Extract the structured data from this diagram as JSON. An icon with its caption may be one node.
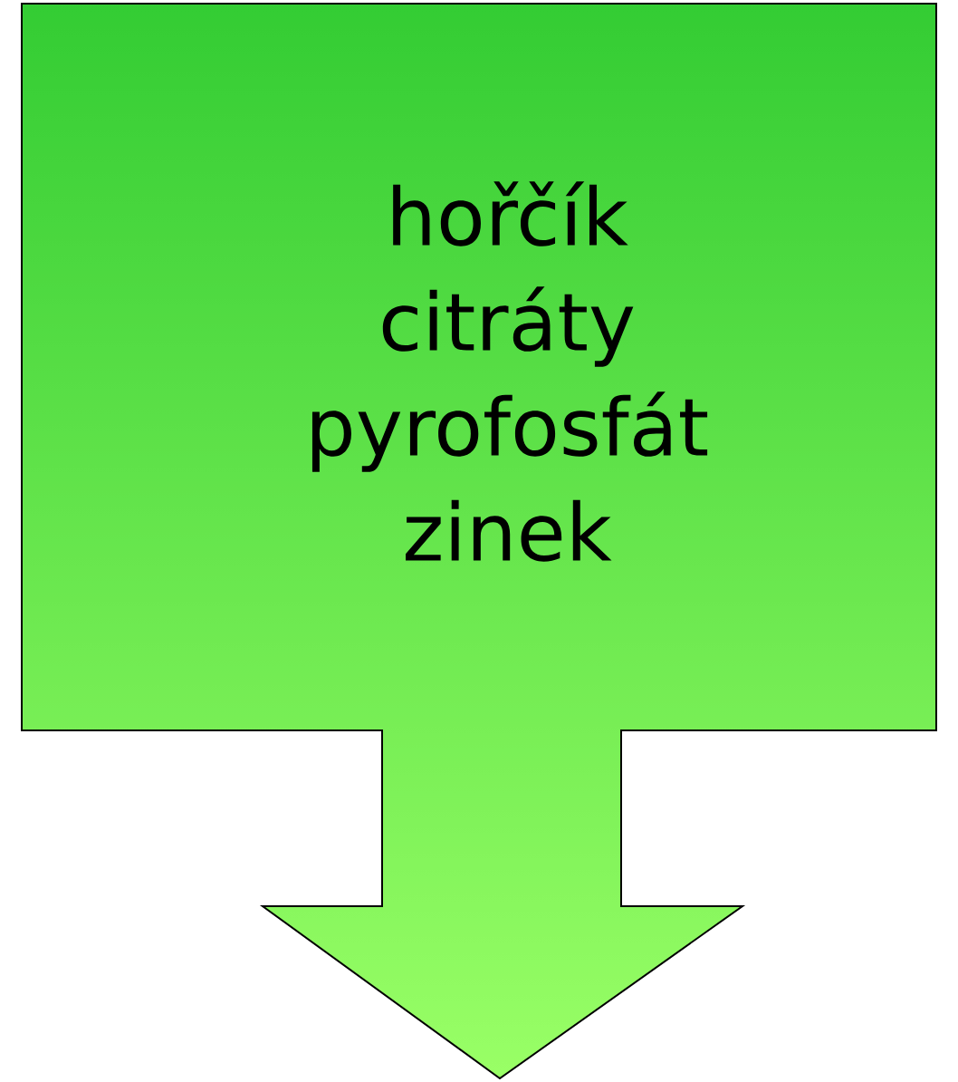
{
  "diagram": {
    "nodes": [
      {
        "text": [
          "hořčík",
          "citráty",
          "pyrofosfát",
          "zinek"
        ]
      }
    ]
  }
}
